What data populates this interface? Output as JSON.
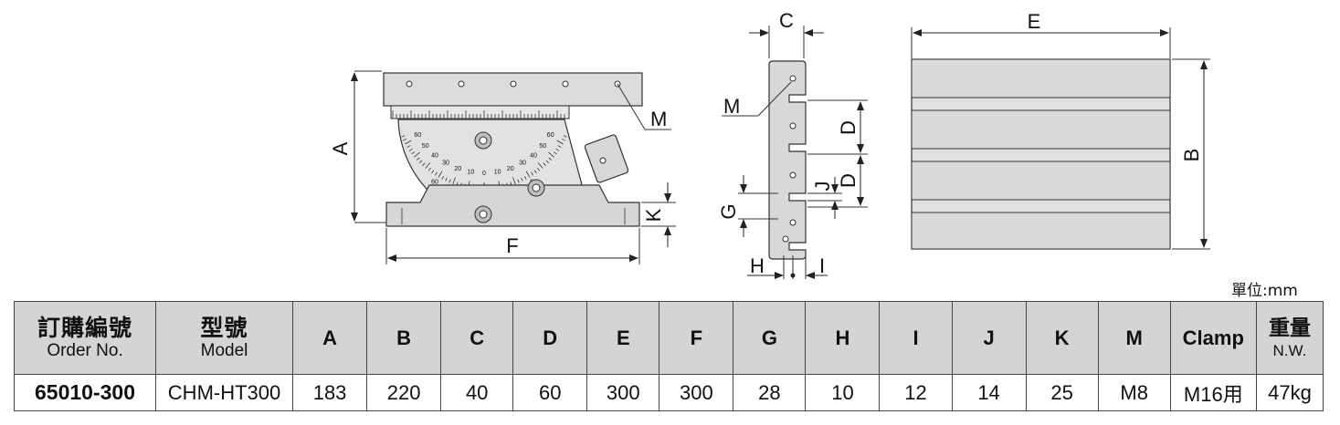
{
  "unit_label": "單位:mm",
  "dimension_labels": {
    "A": "A",
    "B": "B",
    "C": "C",
    "D": "D",
    "E": "E",
    "F": "F",
    "G": "G",
    "H": "H",
    "I": "I",
    "J": "J",
    "K": "K",
    "M": "M"
  },
  "scale": {
    "outer": [
      "60",
      "50",
      "40",
      "30",
      "20",
      "10",
      "0",
      "10",
      "20",
      "30",
      "40",
      "50",
      "60"
    ],
    "inner": [
      "60",
      "30",
      "0",
      "30",
      "60"
    ]
  },
  "table": {
    "headers": [
      {
        "zh": "訂購編號",
        "en": "Order No."
      },
      {
        "zh": "型號",
        "en": "Model"
      },
      {
        "label": "A"
      },
      {
        "label": "B"
      },
      {
        "label": "C"
      },
      {
        "label": "D"
      },
      {
        "label": "E"
      },
      {
        "label": "F"
      },
      {
        "label": "G"
      },
      {
        "label": "H"
      },
      {
        "label": "I"
      },
      {
        "label": "J"
      },
      {
        "label": "K"
      },
      {
        "label": "M"
      },
      {
        "label": "Clamp"
      },
      {
        "zh": "重量",
        "en": "N.W."
      }
    ],
    "row": [
      "65010-300",
      "CHM-HT300",
      "183",
      "220",
      "40",
      "60",
      "300",
      "300",
      "28",
      "10",
      "12",
      "14",
      "25",
      "M8",
      "M16用",
      "47kg"
    ]
  }
}
